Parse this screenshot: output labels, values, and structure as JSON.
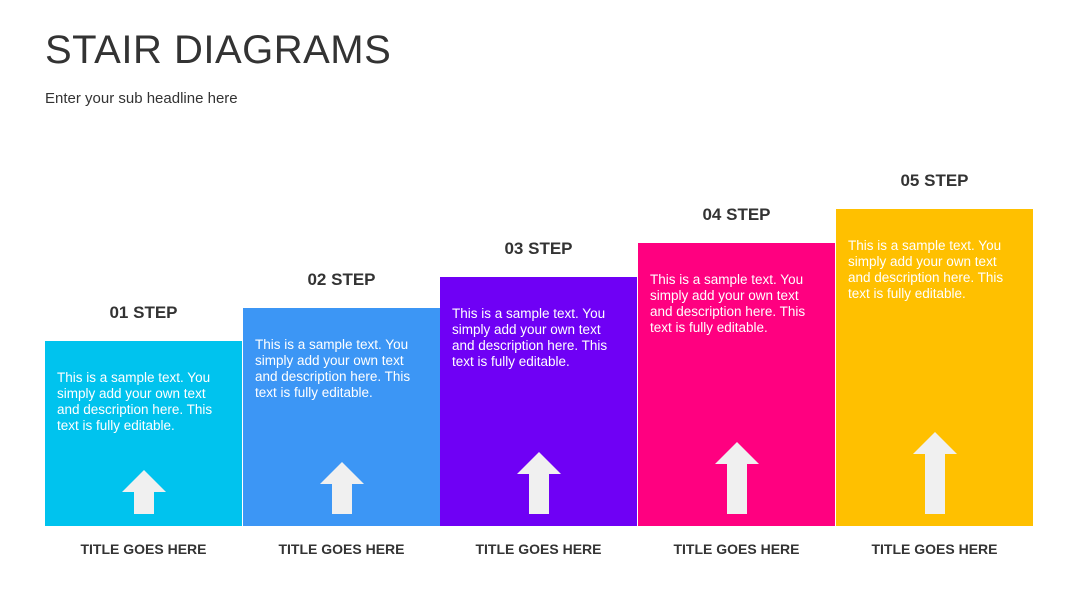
{
  "header": {
    "title": "STAIR DIAGRAMS",
    "subtitle": "Enter your sub headline here"
  },
  "steps": [
    {
      "label": "01 STEP",
      "text": "This is a sample text. You simply add your own text and description here. This text is fully editable.",
      "title": "TITLE GOES HERE",
      "color": "#00C3EE",
      "arrow_icon": "arrow-up-icon"
    },
    {
      "label": "02 STEP",
      "text": "This is a sample text. You simply add your own text and description here. This text is fully editable.",
      "title": "TITLE GOES HERE",
      "color": "#3C96F5",
      "arrow_icon": "arrow-up-icon"
    },
    {
      "label": "03 STEP",
      "text": "This is a sample text. You simply add your own text and description here. This text is fully editable.",
      "title": "TITLE GOES HERE",
      "color": "#6F00F5",
      "arrow_icon": "arrow-up-icon"
    },
    {
      "label": "04 STEP",
      "text": "This is a sample text. You simply add your own text and description here. This text is fully editable.",
      "title": "TITLE GOES HERE",
      "color": "#FF0080",
      "arrow_icon": "arrow-up-icon"
    },
    {
      "label": "05 STEP",
      "text": "This is a sample text. You simply add your own text and description here. This text is fully editable.",
      "title": "TITLE GOES HERE",
      "color": "#FFC000",
      "arrow_icon": "arrow-up-icon"
    }
  ],
  "colors": {
    "text_dark": "#333333",
    "arrow_fill": "#F0F0F0"
  }
}
